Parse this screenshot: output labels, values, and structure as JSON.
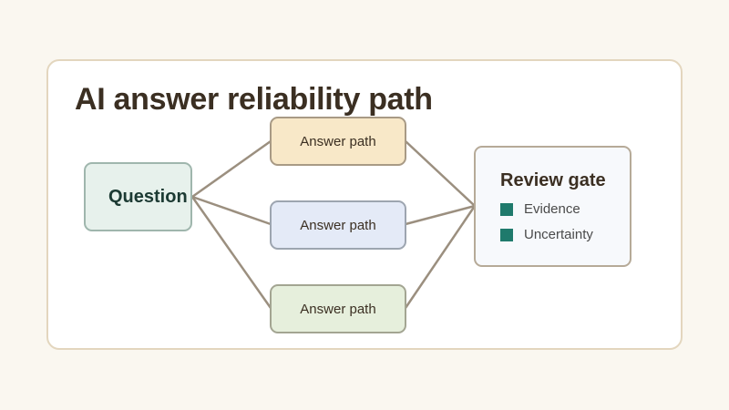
{
  "diagram": {
    "title": "AI answer reliability path",
    "question": {
      "label": "Question"
    },
    "paths": [
      {
        "label": "Answer path",
        "color": "#f8e8c8"
      },
      {
        "label": "Answer path",
        "color": "#e4eaf7"
      },
      {
        "label": "Answer path",
        "color": "#e6efdc"
      }
    ],
    "review_gate": {
      "title": "Review gate",
      "checks": [
        {
          "label": "Evidence",
          "marker_color": "#1f7a6c"
        },
        {
          "label": "Uncertainty",
          "marker_color": "#1f7a6c"
        }
      ]
    },
    "connector_color": "#9b8f7f"
  }
}
